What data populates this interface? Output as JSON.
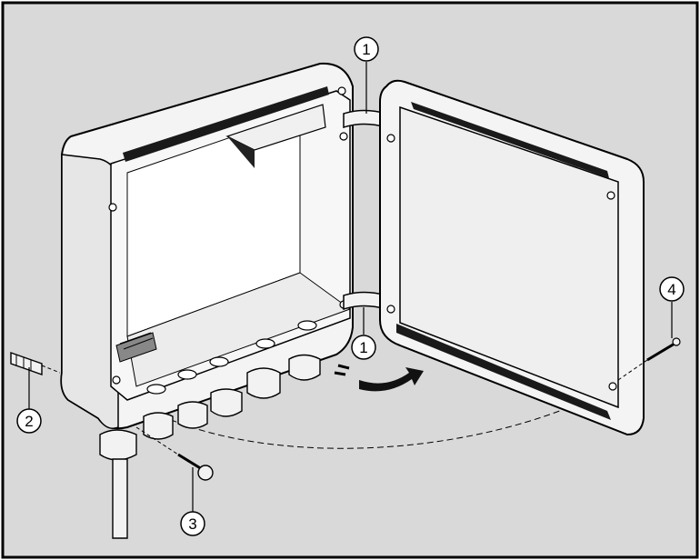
{
  "colors": {
    "background": "#d9d9d9",
    "frame": "#000000",
    "enclosure_light": "#f4f4f4",
    "enclosure_shadow": "#c8c8c8",
    "gasket": "#1a1a1a"
  },
  "callouts": {
    "hinge_top": "1",
    "hinge_bottom": "1",
    "wall_plug": "2",
    "mounting_screw": "3",
    "cover_screw": "4"
  }
}
